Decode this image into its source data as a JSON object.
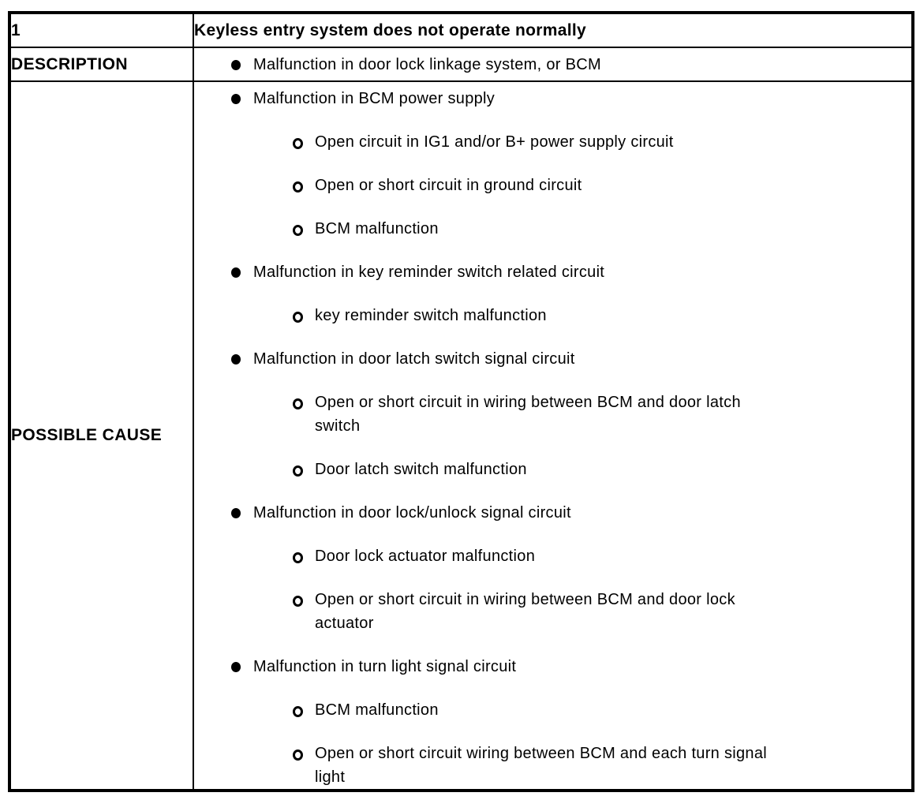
{
  "page": {
    "background_color": "#ffffff",
    "text_color": "#000000",
    "border_color": "#000000"
  },
  "icons": {
    "filled-bullet-icon": "●",
    "open-bullet-icon": "○"
  },
  "table": {
    "number": "1",
    "title": "Keyless entry system does not operate normally",
    "description": {
      "label": "DESCRIPTION",
      "items": [
        {
          "level": 1,
          "text": "Malfunction in door lock linkage system, or BCM"
        }
      ]
    },
    "possible_cause": {
      "label": "POSSIBLE CAUSE",
      "items": [
        {
          "level": 1,
          "text": "Malfunction in BCM power supply"
        },
        {
          "level": 2,
          "text": "Open circuit in IG1 and/or B+ power supply circuit"
        },
        {
          "level": 2,
          "text": "Open or short circuit in ground circuit"
        },
        {
          "level": 2,
          "text": "BCM malfunction"
        },
        {
          "level": 1,
          "text": "Malfunction in key reminder switch related circuit"
        },
        {
          "level": 2,
          "text": "key reminder switch malfunction"
        },
        {
          "level": 1,
          "text": "Malfunction in door latch switch signal circuit"
        },
        {
          "level": 2,
          "text": "Open or short circuit in wiring between BCM and door latch\nswitch"
        },
        {
          "level": 2,
          "text": "Door latch switch malfunction"
        },
        {
          "level": 1,
          "text": "Malfunction in door lock/unlock signal circuit"
        },
        {
          "level": 2,
          "text": "Door lock actuator malfunction"
        },
        {
          "level": 2,
          "text": "Open or short circuit in wiring between BCM and door lock\nactuator"
        },
        {
          "level": 1,
          "text": "Malfunction in turn light signal circuit"
        },
        {
          "level": 2,
          "text": "BCM malfunction"
        },
        {
          "level": 2,
          "text": "Open or short circuit wiring between BCM and each turn signal\nlight"
        }
      ]
    }
  }
}
